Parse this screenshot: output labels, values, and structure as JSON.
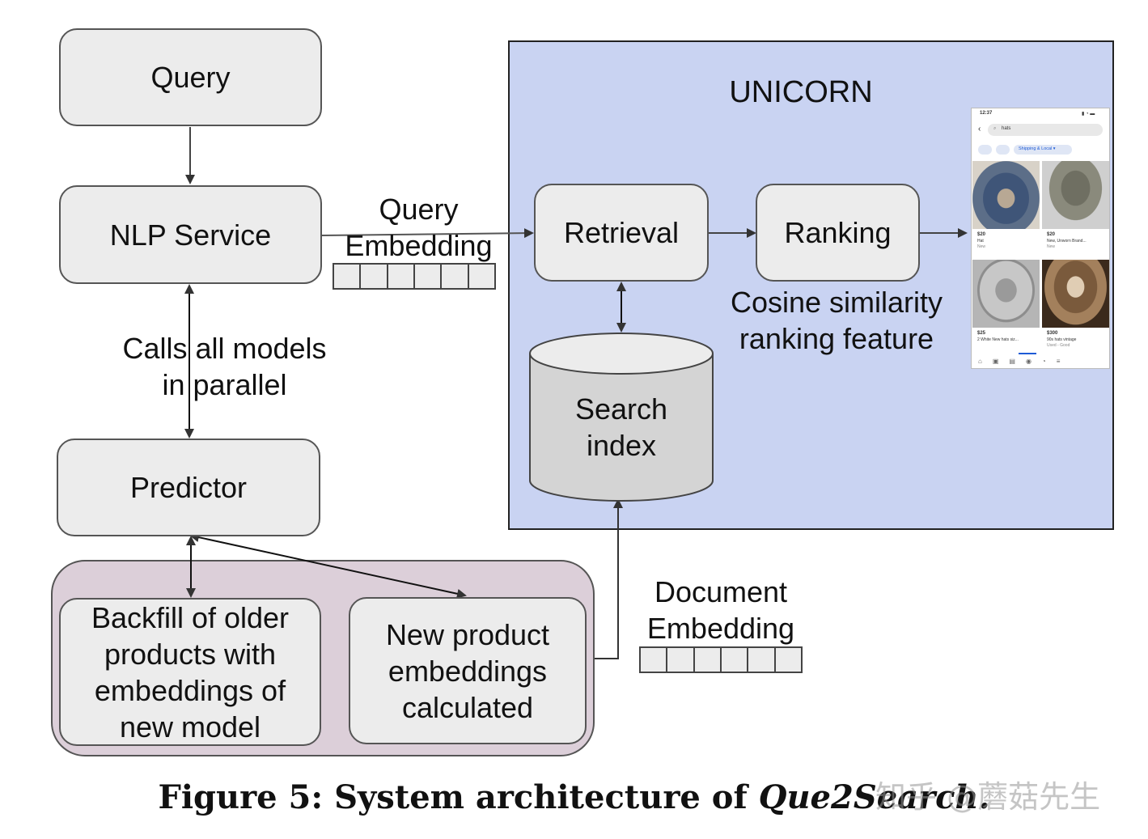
{
  "nodes": {
    "query": "Query",
    "nlp_service": "NLP Service",
    "predictor": "Predictor",
    "retrieval": "Retrieval",
    "ranking": "Ranking",
    "search_index": [
      "Search",
      "index"
    ],
    "backfill": [
      "Backfill of older",
      "products with",
      "embeddings of",
      "new model"
    ],
    "new_product": [
      "New product",
      "embeddings",
      "calculated"
    ]
  },
  "labels": {
    "unicorn": "UNICORN",
    "query_embedding": [
      "Query",
      "Embedding"
    ],
    "calls_parallel": [
      "Calls all models",
      "in parallel"
    ],
    "cosine": [
      "Cosine similarity",
      "ranking feature"
    ],
    "document_embedding": [
      "Document",
      "Embedding"
    ]
  },
  "phone": {
    "time": "12:37",
    "search": "hats",
    "filter": "Shipping & Local ▾",
    "items": [
      {
        "price": "$20",
        "title": "Hat",
        "sub": "New"
      },
      {
        "price": "$20",
        "title": "New, Unworn Brand...",
        "sub": "New"
      },
      {
        "price": "$25",
        "title": "2 White New hats siz...",
        "sub": ""
      },
      {
        "price": "$300",
        "title": "90s hats vintage",
        "sub": "Used - Good"
      }
    ]
  },
  "caption": {
    "prefix": "Figure 5: System architecture of ",
    "name": "Que2Search."
  },
  "watermark": "知乎 @蘑菇先生",
  "colors": {
    "unicorn_bg": "#c9d3f2",
    "group_bg": "#dccfd9",
    "node_bg": "#ececec",
    "cylinder_bg": "#d4d4d4"
  }
}
